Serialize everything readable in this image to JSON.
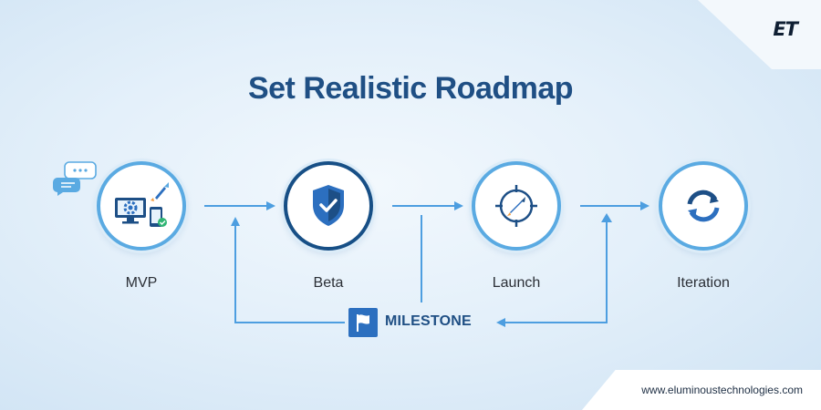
{
  "brand": {
    "logo_text": "ET",
    "website": "www.eluminoustechnologies.com"
  },
  "title": "Set Realistic Roadmap",
  "steps": [
    {
      "label": "MVP",
      "icon": "dev-tools-rocket-icon"
    },
    {
      "label": "Beta",
      "icon": "shield-check-icon"
    },
    {
      "label": "Launch",
      "icon": "rocket-target-icon"
    },
    {
      "label": "Iteration",
      "icon": "refresh-cycle-icon"
    }
  ],
  "milestone": {
    "label": "MILESTONE",
    "icon": "flag-icon"
  },
  "colors": {
    "title": "#1f4f84",
    "accent_blue": "#5aaae2",
    "dark_blue": "#174f86",
    "milestone_box": "#2c6fbf"
  }
}
